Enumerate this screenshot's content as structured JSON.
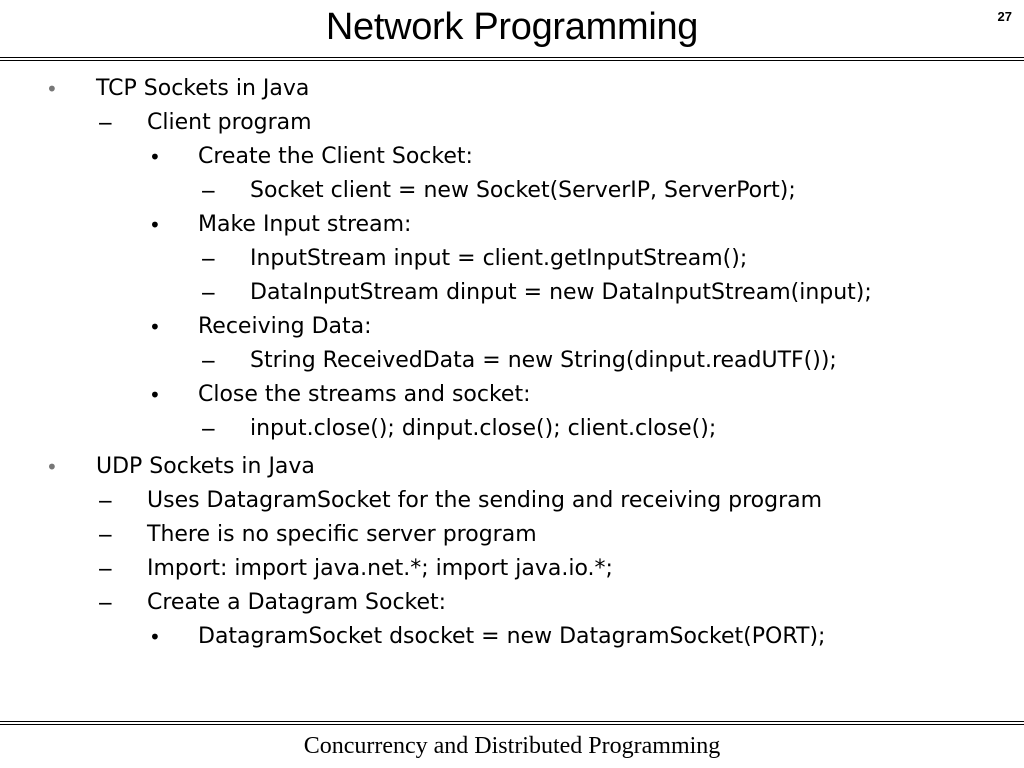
{
  "slide": {
    "title": "Network Programming",
    "page_number": "27",
    "footer": "Concurrency and Distributed Programming"
  },
  "outline": [
    {
      "level": 1,
      "marker": "•",
      "text": "TCP Sockets in Java"
    },
    {
      "level": 2,
      "marker": "−",
      "text": "Client program"
    },
    {
      "level": 3,
      "marker": "•",
      "text": "Create the Client Socket:"
    },
    {
      "level": 4,
      "marker": "−",
      "text": "Socket client = new Socket(ServerIP, ServerPort);"
    },
    {
      "level": 3,
      "marker": "•",
      "text": "Make Input stream:"
    },
    {
      "level": 4,
      "marker": "−",
      "text": "InputStream input = client.getInputStream();"
    },
    {
      "level": 4,
      "marker": "−",
      "text": "DataInputStream dinput = new DataInputStream(input);"
    },
    {
      "level": 3,
      "marker": "•",
      "text": "Receiving Data:"
    },
    {
      "level": 4,
      "marker": "−",
      "text": "String ReceivedData = new String(dinput.readUTF());"
    },
    {
      "level": 3,
      "marker": "•",
      "text": "Close the streams and socket:"
    },
    {
      "level": 4,
      "marker": "−",
      "text": "input.close(); dinput.close(); client.close();"
    },
    {
      "level": 1,
      "marker": "•",
      "text": "UDP Sockets in Java"
    },
    {
      "level": 2,
      "marker": "−",
      "text": "Uses DatagramSocket for the sending and receiving program"
    },
    {
      "level": 2,
      "marker": "−",
      "text": "There is no specific server program"
    },
    {
      "level": 2,
      "marker": "−",
      "text": "Import: import java.net.*; import java.io.*;"
    },
    {
      "level": 2,
      "marker": "−",
      "text": "Create a Datagram Socket:"
    },
    {
      "level": 3,
      "marker": "•",
      "text": "DatagramSocket dsocket = new DatagramSocket(PORT);"
    }
  ]
}
